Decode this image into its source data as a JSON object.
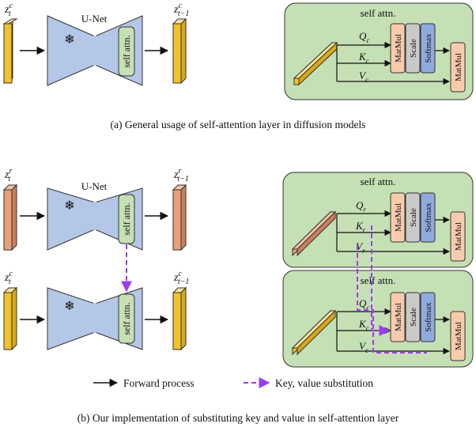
{
  "panel_a": {
    "input_var": {
      "base": "z",
      "sub": "t",
      "sup": "c"
    },
    "output_var": {
      "base": "z",
      "sub": "t−1",
      "sup": "c"
    },
    "unet_label": "U-Net",
    "frozen_icon": "snowflake-icon",
    "self_attn_label": "self attn.",
    "attn_box_title": "self attn.",
    "q_label": {
      "base": "Q",
      "sub": "c"
    },
    "k_label": {
      "base": "K",
      "sub": "c"
    },
    "v_label": {
      "base": "V",
      "sub": "c"
    },
    "caption": "(a) General usage of self-attention layer in diffusion models"
  },
  "panel_b": {
    "ref": {
      "input_var": {
        "base": "z",
        "sub": "t",
        "sup": "r"
      },
      "output_var": {
        "base": "z",
        "sub": "t−1",
        "sup": "r"
      },
      "unet_label": "U-Net",
      "self_attn_label": "self attn."
    },
    "cond": {
      "input_var": {
        "base": "z",
        "sub": "t",
        "sup": "c"
      },
      "output_var": {
        "base": "z",
        "sub": "t−1",
        "sup": "c"
      },
      "self_attn_label": "self attn."
    },
    "attn_box_ref_title": "self attn.",
    "attn_box_cond_title": "self attn.",
    "qr_label": {
      "base": "Q",
      "sub": "r"
    },
    "kr_label": {
      "base": "K",
      "sub": "r"
    },
    "vr_label": {
      "base": "V",
      "sub": "r"
    },
    "qc_label": {
      "base": "Q",
      "sub": "c"
    },
    "kc_label": {
      "base": "K",
      "sub": "c"
    },
    "vc_label": {
      "base": "V",
      "sub": "c"
    },
    "caption": "(b) Our implementation of substituting key and value in self-attention layer"
  },
  "ops": {
    "matmul": "MatMul",
    "scale": "Scale",
    "softmax": "Softmax"
  },
  "legend": {
    "forward": "Forward process",
    "substitution": "Key, value substitution"
  },
  "colors": {
    "latent_yellow": "#f2c12e",
    "latent_orange": "#e8a07a",
    "unet_blue": "#b4c7e7",
    "attn_green": "#c5e0b4",
    "matmul": "#f8cbad",
    "scale": "#c9c9c9",
    "softmax": "#8faadc",
    "substitution_arrow": "#9b3cf0"
  }
}
